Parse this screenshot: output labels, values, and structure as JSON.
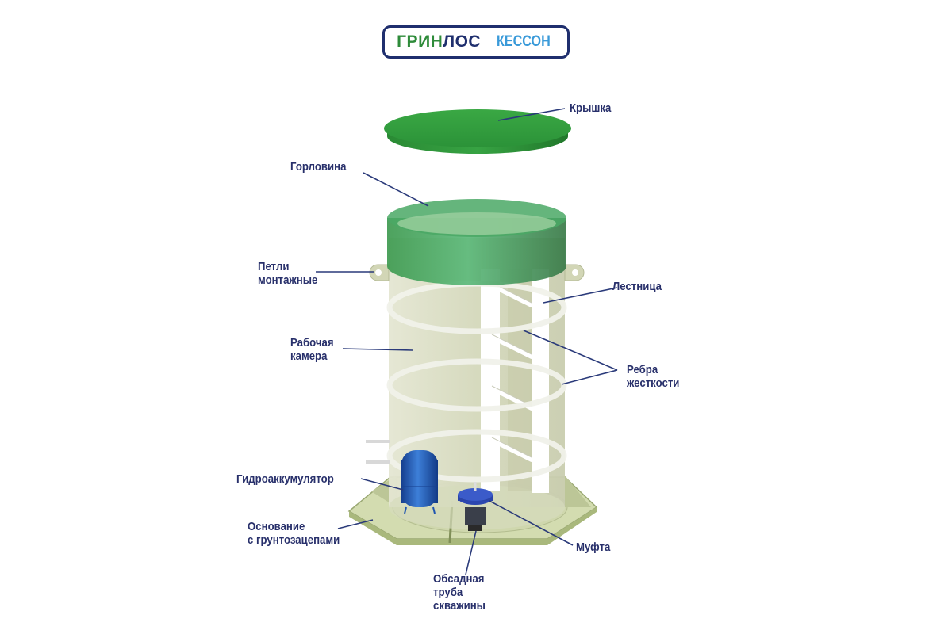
{
  "logo": {
    "brand_part1": "ГРИН",
    "brand_part2": "ЛОС",
    "product": "КЕССОН"
  },
  "colors": {
    "label_text": "#28306b",
    "leader_line": "#2a3a7a",
    "lid_green": "#2f9a3c",
    "neck_green": "#3fa356",
    "chamber_beige": "#d9dcc3",
    "accumulator_blue": "#1f55b0",
    "coupling_blue": "#2c47b0",
    "logo_border": "#1f2f6e",
    "logo_green": "#2e8b3a",
    "logo_blue": "#3a9ad9"
  },
  "labels": {
    "lid": "Крышка",
    "neck": "Горловина",
    "lifting_lugs": "Петли\nмонтажные",
    "ladder": "Лестница",
    "working_chamber": "Рабочая\nкамера",
    "stiffening_ribs": "Ребра\nжесткости",
    "hydro_accumulator": "Гидроаккумулятор",
    "base": "Основание\nс грунтозацепами",
    "coupling": "Муфта",
    "casing_pipe": "Обсадная\nтруба\nскважины"
  }
}
